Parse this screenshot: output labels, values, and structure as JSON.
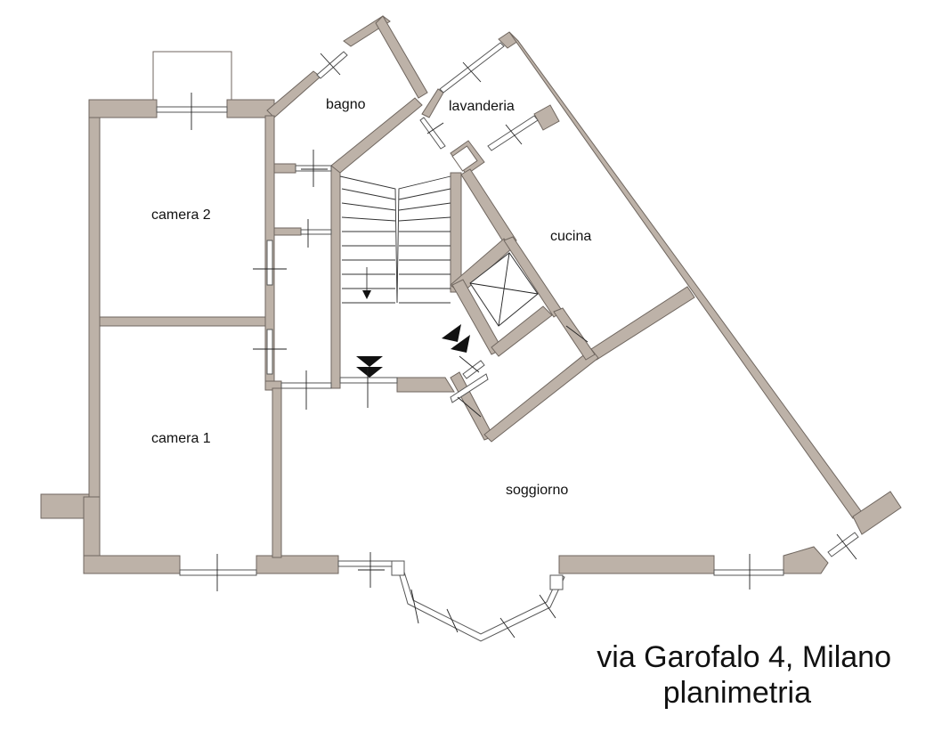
{
  "plan": {
    "rooms": {
      "bagno": "bagno",
      "lavanderia": "lavanderia",
      "camera2": "camera 2",
      "cucina": "cucina",
      "camera1": "camera 1",
      "soggiorno": "soggiorno"
    },
    "colors": {
      "wall_fill": "#bdb2a8",
      "wall_stroke": "#6f665f",
      "background": "#ffffff"
    }
  },
  "caption": {
    "address": "via Garofalo 4, Milano",
    "subtitle": "planimetria"
  }
}
